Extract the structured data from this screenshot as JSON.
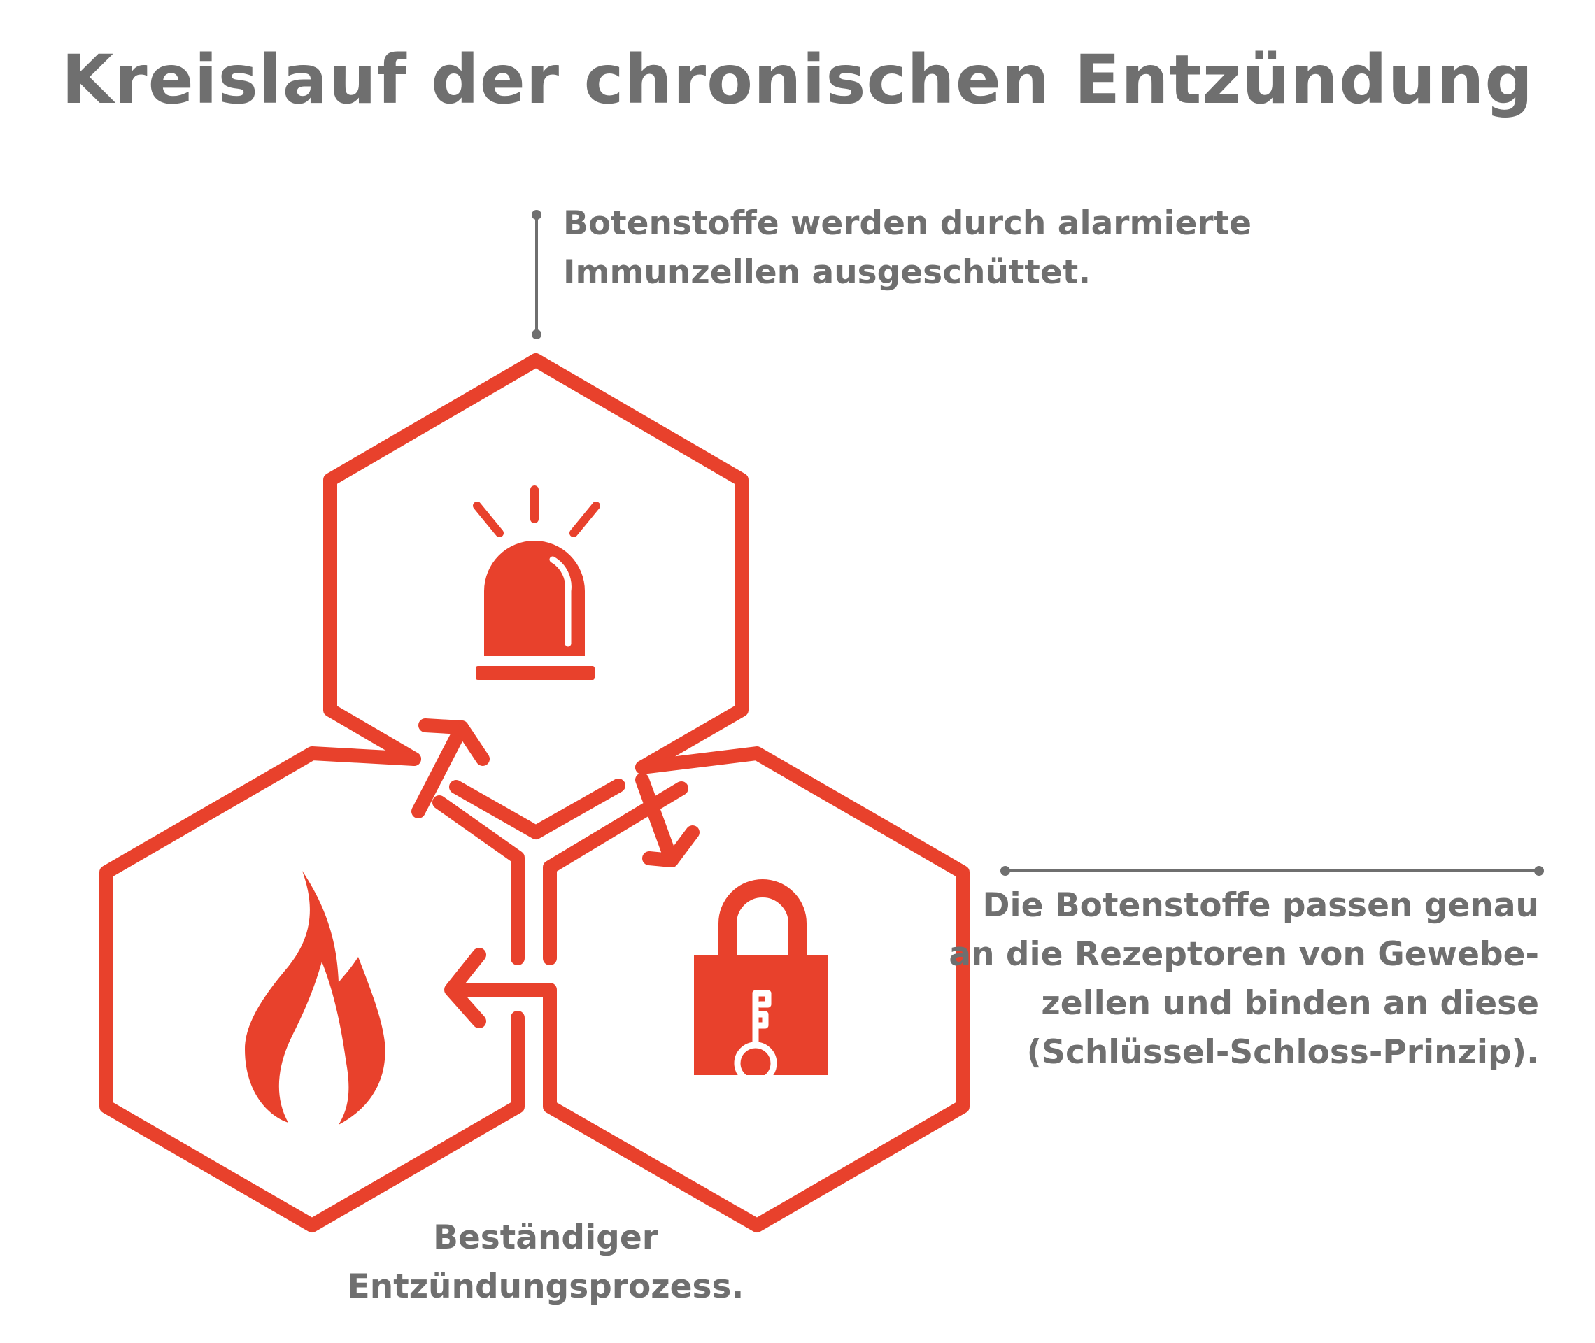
{
  "title": "Kreislauf der chronischen Entzündung",
  "colors": {
    "accent": "#e8412c",
    "text": "#6f6f6f",
    "background": "#ffffff"
  },
  "annotations": {
    "top": {
      "lines": [
        "Botenstoffe werden durch alarmierte",
        "Immunzellen ausgeschüttet."
      ]
    },
    "right": {
      "lines": [
        "Die Botenstoffe passen genau",
        "an die Rezeptoren von Gewebe-",
        "zellen und binden an diese",
        "(Schlüssel-Schloss-Prinzip)."
      ]
    },
    "bottom": {
      "lines": [
        "Beständiger",
        "Entzündungsprozess."
      ]
    }
  },
  "icons": {
    "top": "siren-icon",
    "left": "flame-icon",
    "right": "padlock-key-icon"
  }
}
